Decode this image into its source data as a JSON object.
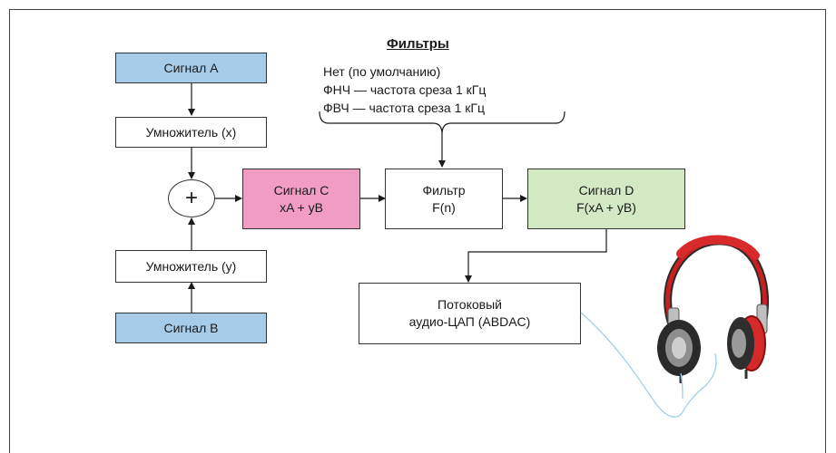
{
  "filters": {
    "title": "Фильтры",
    "options": [
      "Нет (по умолчанию)",
      "ФНЧ — частота среза 1 кГц",
      "ФВЧ — частота среза 1 кГц"
    ]
  },
  "blocks": {
    "signal_a": "Сигнал A",
    "multiplier_x": "Умножитель (x)",
    "adder_symbol": "+",
    "multiplier_y": "Умножитель (y)",
    "signal_b": "Сигнал B",
    "signal_c": {
      "line1": "Сигнал C",
      "line2": "xA + yB"
    },
    "filter": {
      "line1": "Фильтр",
      "line2": "F(n)"
    },
    "signal_d": {
      "line1": "Сигнал D",
      "line2": "F(xA + yB)"
    },
    "dac": {
      "line1": "Потоковый",
      "line2": "аудио-ЦАП (ABDAC)"
    }
  },
  "colors": {
    "signal_input": "#a6cce9",
    "signal_c": "#f09cc3",
    "signal_d": "#d3e9c4",
    "headphone_cable": "#9fd0ea"
  },
  "icons": [
    "headphones-icon",
    "arrow-icon"
  ]
}
